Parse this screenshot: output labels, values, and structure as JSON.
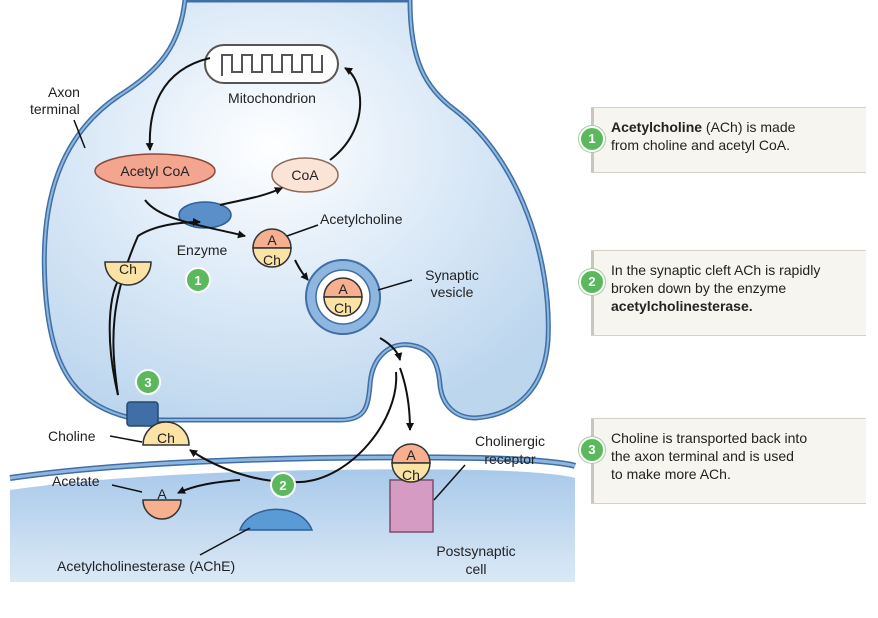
{
  "labels": {
    "axon_terminal_line1": "Axon",
    "axon_terminal_line2": "terminal",
    "mitochondrion": "Mitochondrion",
    "acetyl_coa": "Acetyl CoA",
    "coa": "CoA",
    "enzyme": "Enzyme",
    "acetylcholine": "Acetylcholine",
    "synaptic_vesicle_line1": "Synaptic",
    "synaptic_vesicle_line2": "vesicle",
    "choline": "Choline",
    "acetate": "Acetate",
    "cholinergic_receptor_line1": "Cholinergic",
    "cholinergic_receptor_line2": "receptor",
    "ache": "Acetylcholinesterase (AChE)",
    "postsynaptic_line1": "Postsynaptic",
    "postsynaptic_line2": "cell"
  },
  "molecules": {
    "A": "A",
    "Ch": "Ch"
  },
  "steps": [
    {
      "number": "1",
      "bold_text": "Acetylcholine",
      "line1_rest": " (ACh) is made",
      "line2": "from choline and acetyl CoA."
    },
    {
      "number": "2",
      "line1": "In the synaptic cleft ACh is rapidly",
      "line2": "broken down by the enzyme",
      "bold_line3": "acetylcholinesterase."
    },
    {
      "number": "3",
      "line1": "Choline is transported back into",
      "line2": "the axon terminal and is used",
      "line3": "to make more ACh."
    }
  ],
  "colors": {
    "axon_fill": "#c7def2",
    "axon_outline": "#7fa7d0",
    "acetyl_coa": "#f4a58f",
    "coa": "#fbe4d6",
    "enzyme": "#5b8fc9",
    "acetyl_half": "#f6b08f",
    "choline_half": "#fbe3a6",
    "step_badge": "#5cb85c",
    "receptor": "#d59bc3",
    "ache": "#5b9bd5"
  }
}
